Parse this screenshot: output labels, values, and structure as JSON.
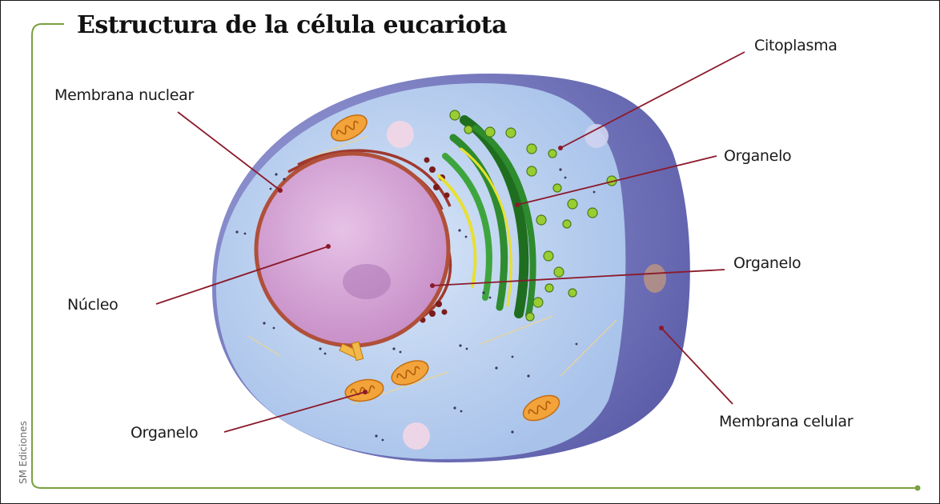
{
  "title": "Estructura de la célula eucariota",
  "labels": {
    "membrana_nuclear": "Membrana nuclear",
    "citoplasma": "Citoplasma",
    "organelo_golgi": "Organelo",
    "organelo_reticulo": "Organelo",
    "nucleo": "Núcleo",
    "organelo_mitocondria": "Organelo",
    "membrana_celular": "Membrana celular"
  },
  "credit": "SM Ediciones",
  "colors": {
    "frame_line": "#7aa040",
    "leader_line": "#8b1a2b",
    "cell_membrane": "#6e6fb8",
    "cytoplasm": "#b6cdee",
    "nucleus": "#d9a8d8",
    "golgi": "#2e8b2e",
    "mitochondria": "#f2a33a"
  }
}
